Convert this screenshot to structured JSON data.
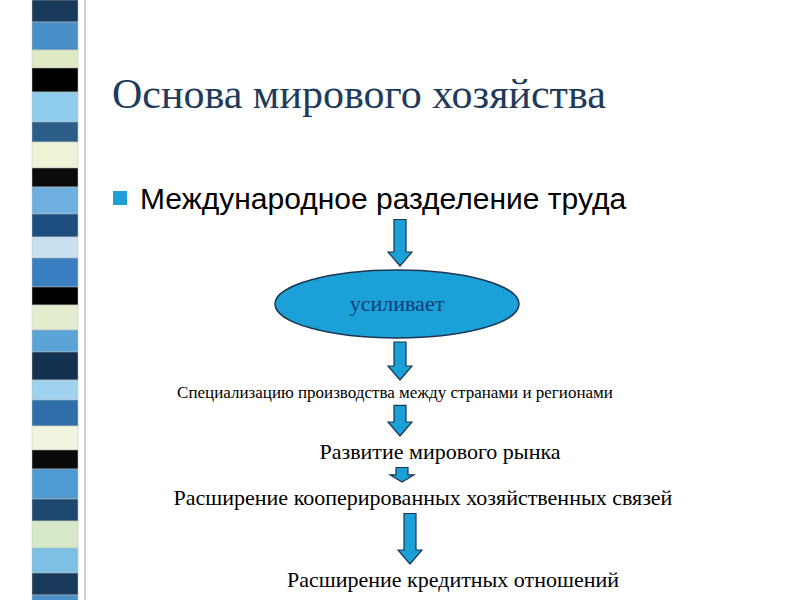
{
  "diagram": {
    "title": "Основа мирового хозяйства",
    "nodes": [
      {
        "text": [
          "Международное разделение труда"
        ]
      },
      {
        "text": [
          "усиливает"
        ]
      },
      {
        "text": [
          "Специализацию производства между странами и регионами"
        ]
      },
      {
        "text": [
          "Развитие мирового рынка"
        ]
      },
      {
        "text": [
          "Расширение кооперированных хозяйственных связей"
        ]
      },
      {
        "text": [
          "Расширение кредитных отношений"
        ]
      }
    ],
    "edges": [
      {
        "from": 0,
        "to": 1,
        "arrow": "to"
      },
      {
        "from": 1,
        "to": 2,
        "arrow": "to"
      },
      {
        "from": 2,
        "to": 3,
        "arrow": "to"
      },
      {
        "from": 3,
        "to": 4,
        "arrow": "to"
      },
      {
        "from": 4,
        "to": 5,
        "arrow": "to"
      }
    ]
  }
}
